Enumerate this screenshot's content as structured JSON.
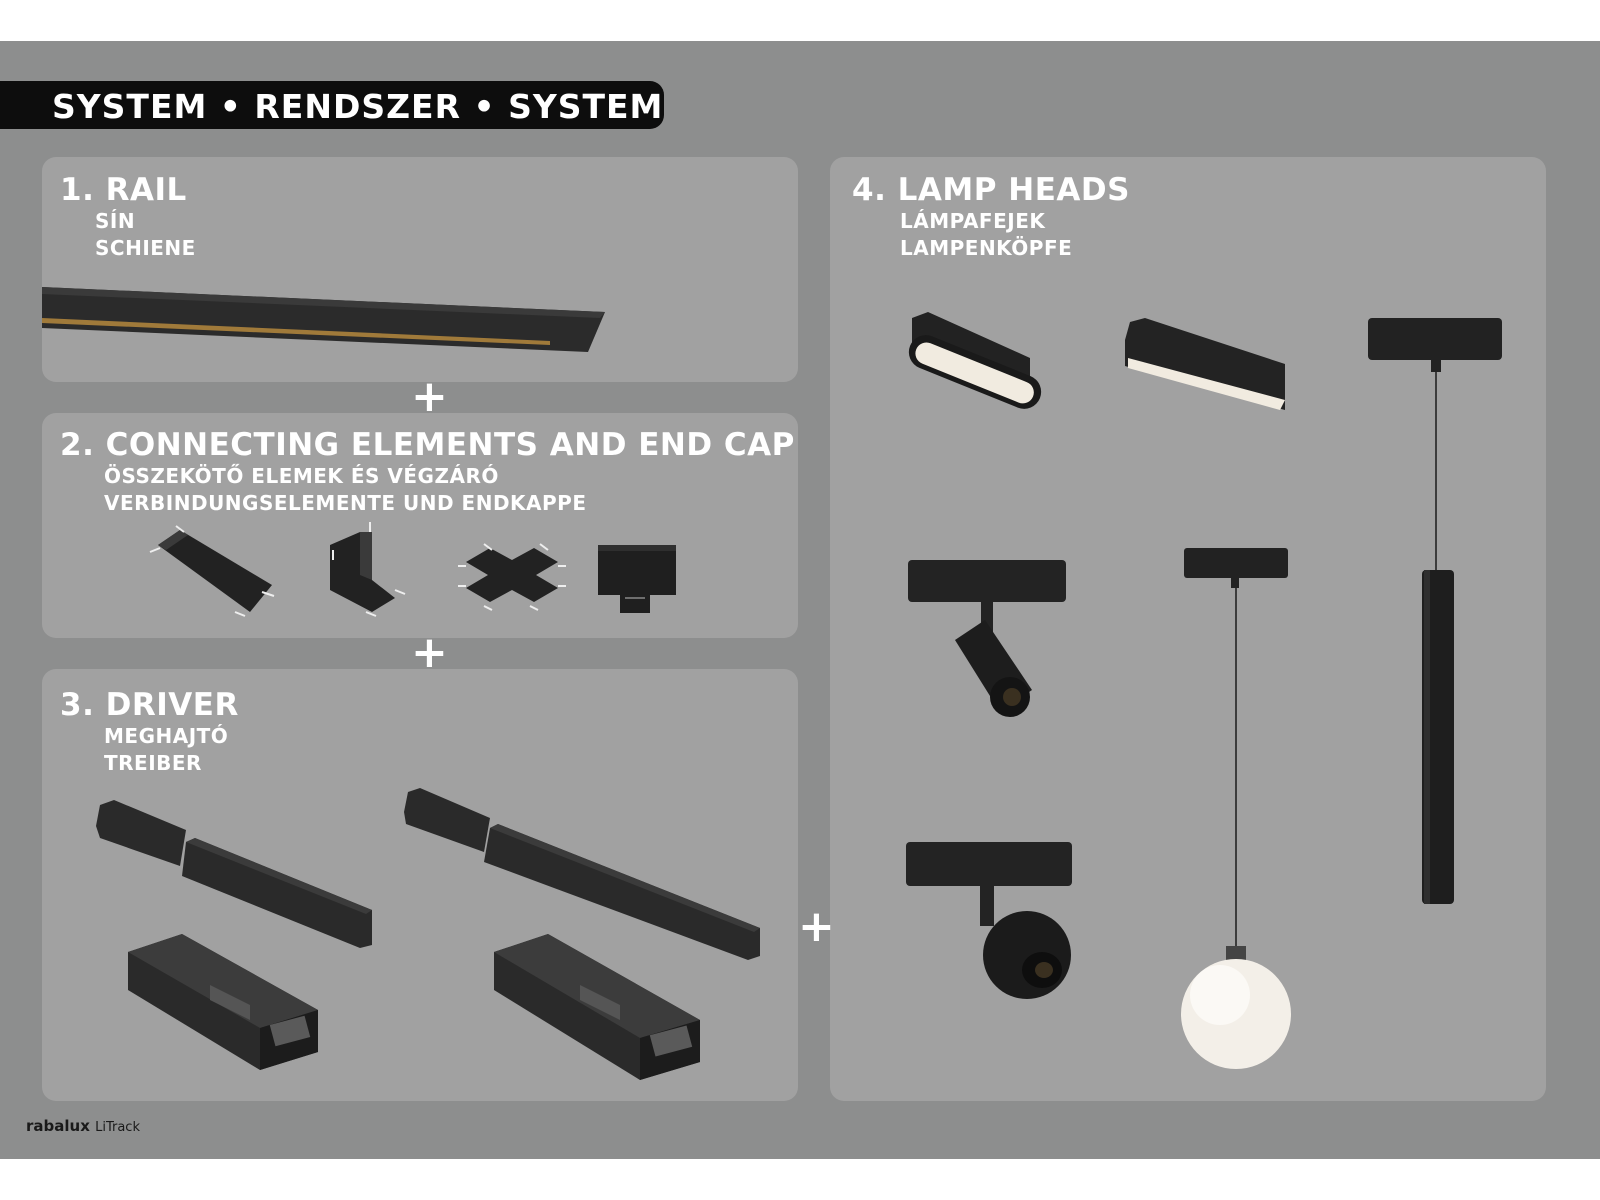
{
  "title": "SYSTEM • RENDSZER • SYSTEM",
  "sections": [
    {
      "heading": "1. RAIL",
      "sub1": "SÍN",
      "sub2": "SCHIENE"
    },
    {
      "heading": "2. CONNECTING ELEMENTS AND END CAP",
      "sub1": "ÖSSZEKÖTŐ ELEMEK ÉS VÉGZÁRÓ",
      "sub2": "VERBINDUNGSELEMENTE UND ENDKAPPE"
    },
    {
      "heading": "3. DRIVER",
      "sub1": "MEGHAJTÓ",
      "sub2": "TREIBER"
    },
    {
      "heading": "4. LAMP HEADS",
      "sub1": "LÁMPAFEJEK",
      "sub2": "LAMPENKÖPFE"
    }
  ],
  "plus_symbol": "+",
  "brand": {
    "name": "rabalux",
    "product": "LiTrack"
  },
  "colors": {
    "background": "#8d8e8e",
    "panel": "#a1a1a1",
    "title_bar": "#0d0d0d",
    "text": "#ffffff",
    "rail_accent": "#a07a3a"
  }
}
